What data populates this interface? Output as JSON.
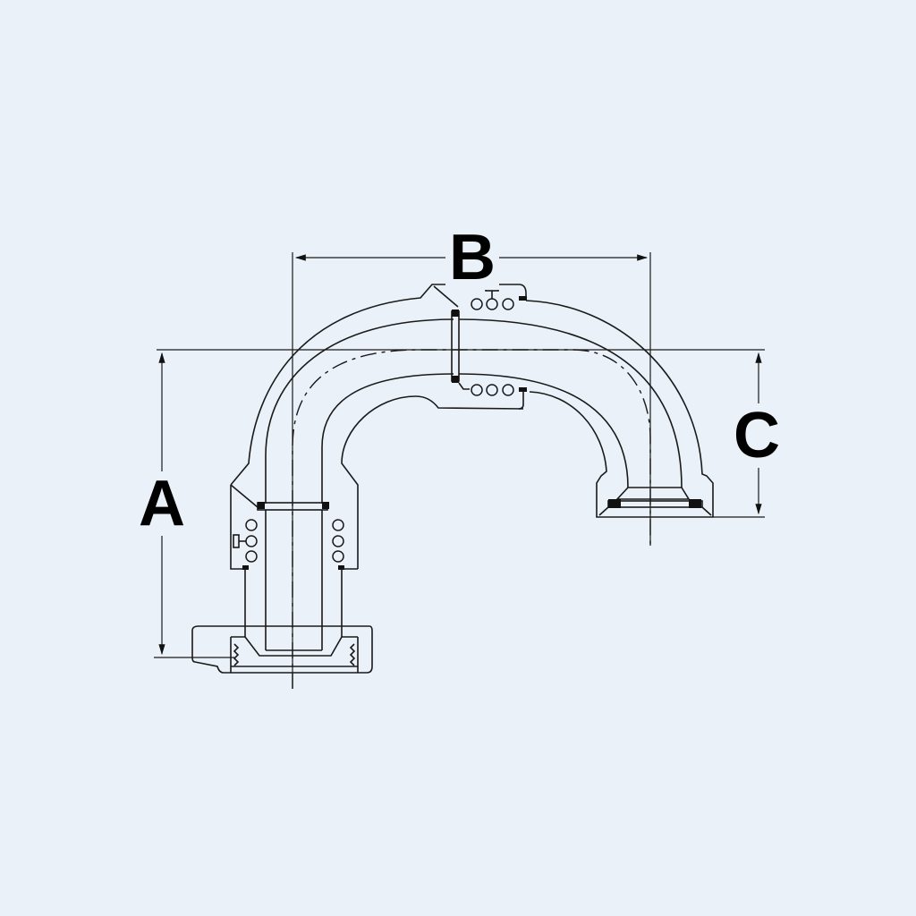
{
  "dimensions": {
    "a_label": "A",
    "b_label": "B",
    "c_label": "C"
  },
  "colors": {
    "background": "#eaf1f8",
    "line": "#1a1a1a"
  }
}
